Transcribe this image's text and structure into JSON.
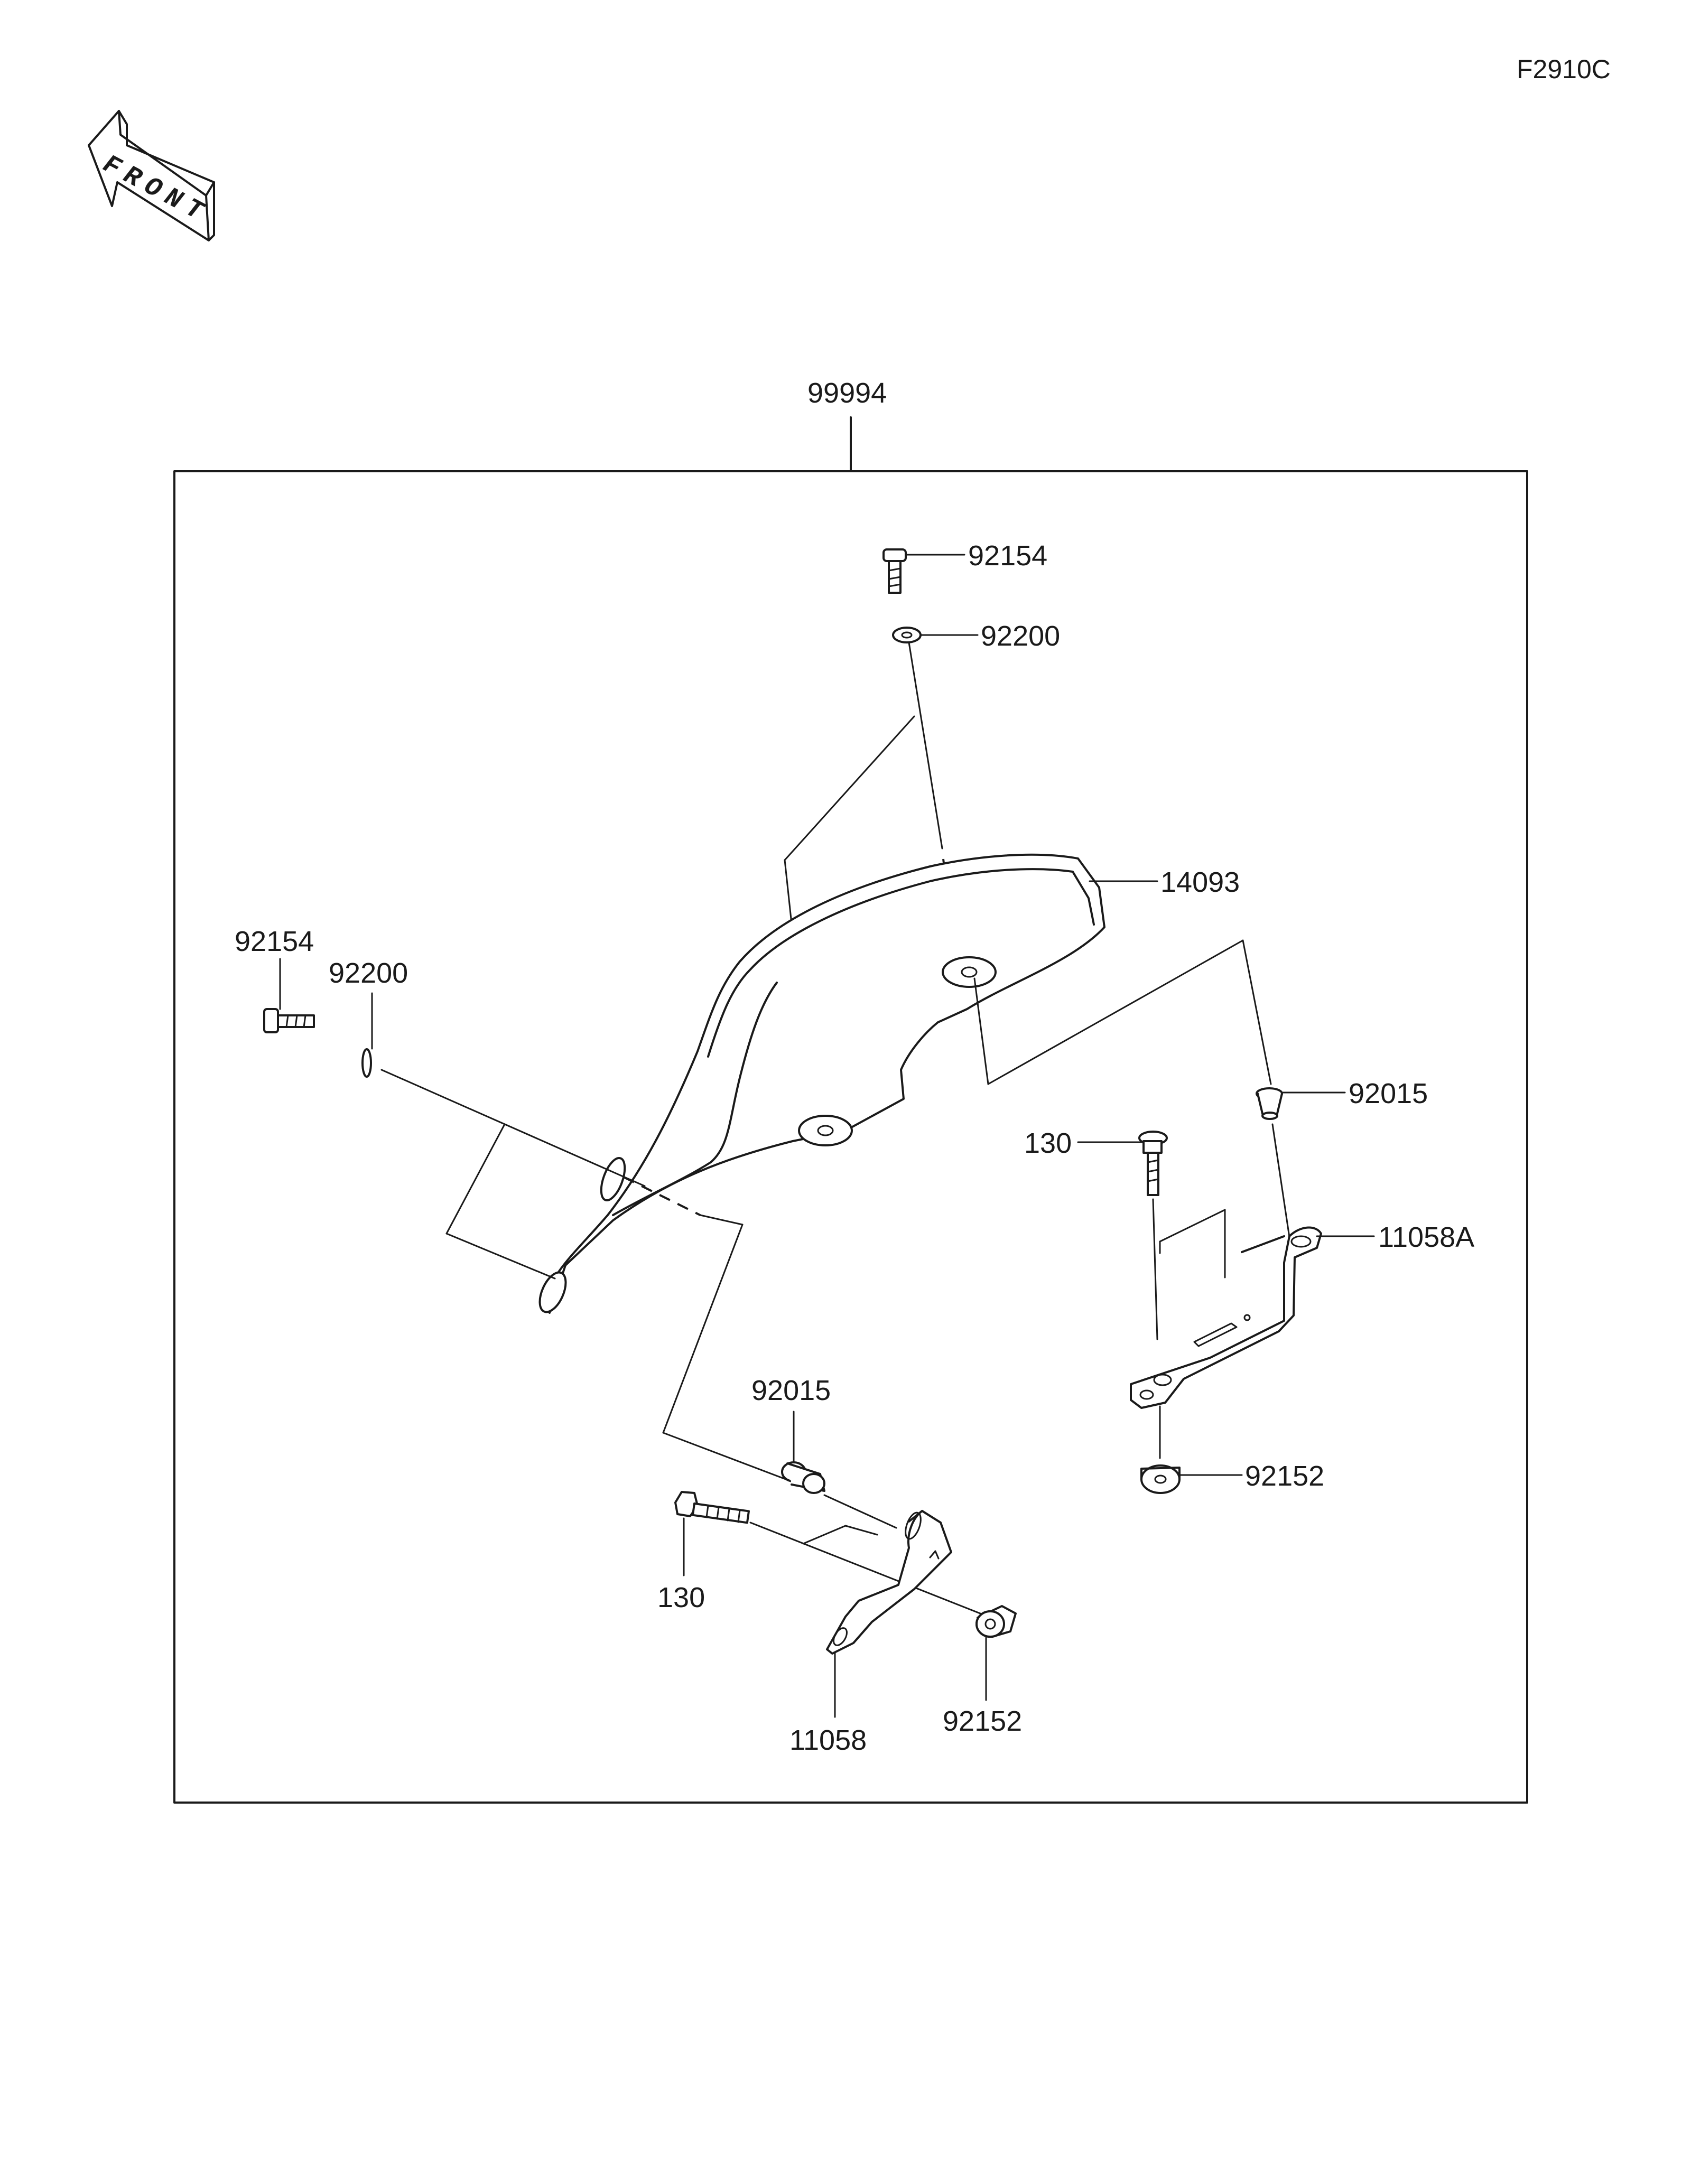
{
  "figure_code": "F2910C",
  "front_label": "FRONT",
  "parts": {
    "assembly": "99994",
    "cover": "14093",
    "bolt_top": "92154",
    "washer_top": "92200",
    "bolt_left": "92154",
    "washer_left": "92200",
    "collar_right": "92015",
    "bolt_right": "130",
    "bracket_right": "11058A",
    "nut_right": "92152",
    "collar_bottom": "92015",
    "bolt_bottom": "130",
    "bracket_bottom": "11058",
    "nut_bottom": "92152"
  }
}
